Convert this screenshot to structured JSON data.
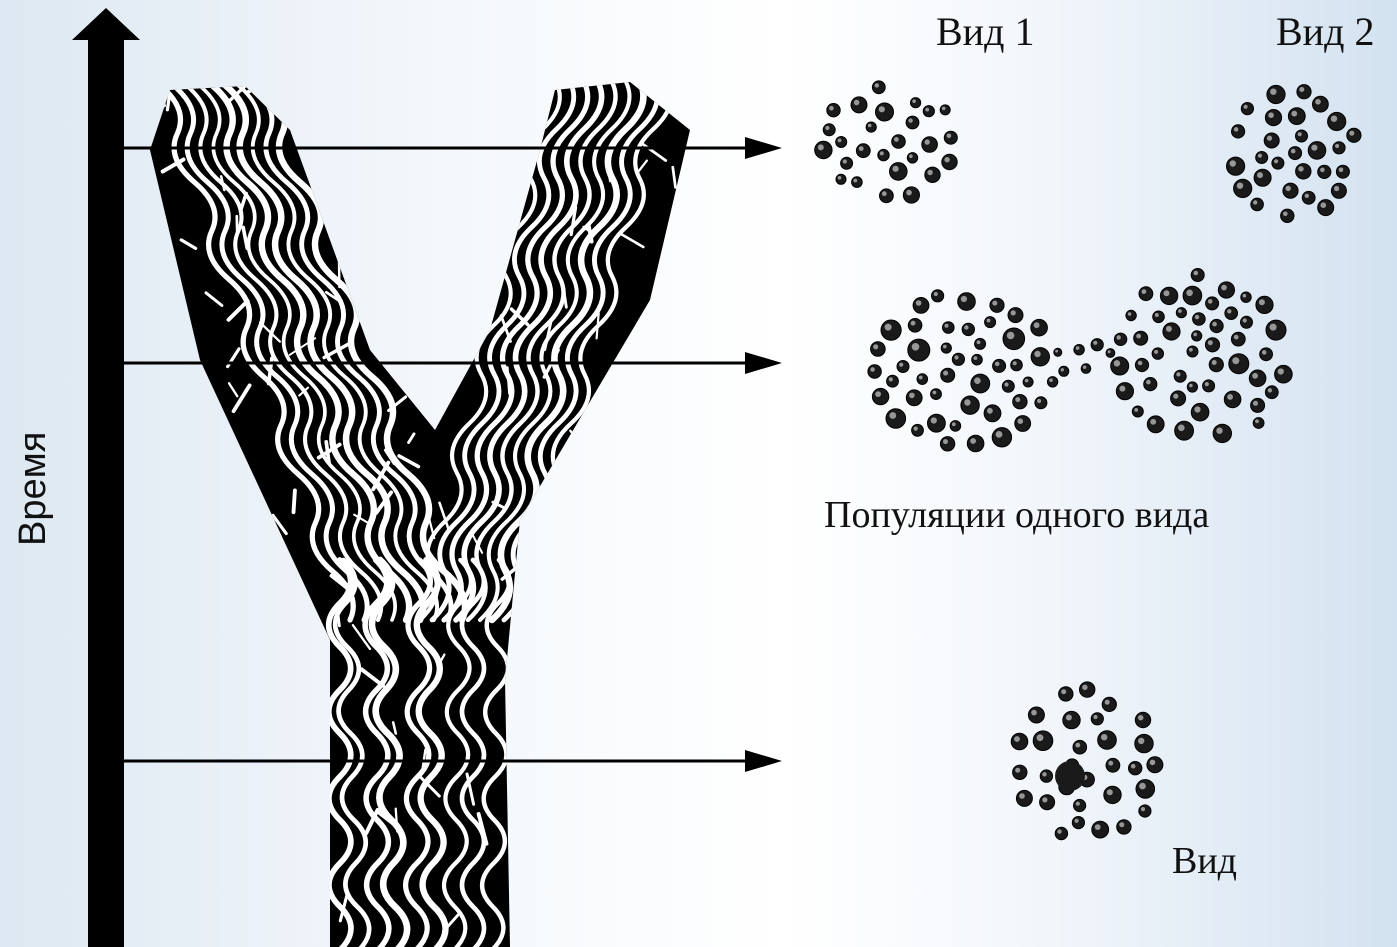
{
  "labels": {
    "time": "Время",
    "species_1": "Вид 1",
    "species_2": "Вид 2",
    "populations": "Популяции одного вида",
    "species": "Вид"
  },
  "colors": {
    "ink": "#000000",
    "background_edge": "#d3e2f0",
    "background_center": "#ffffff"
  },
  "icons": {
    "time_axis": "up-arrow-icon",
    "time_slice": "right-arrow-icon"
  }
}
